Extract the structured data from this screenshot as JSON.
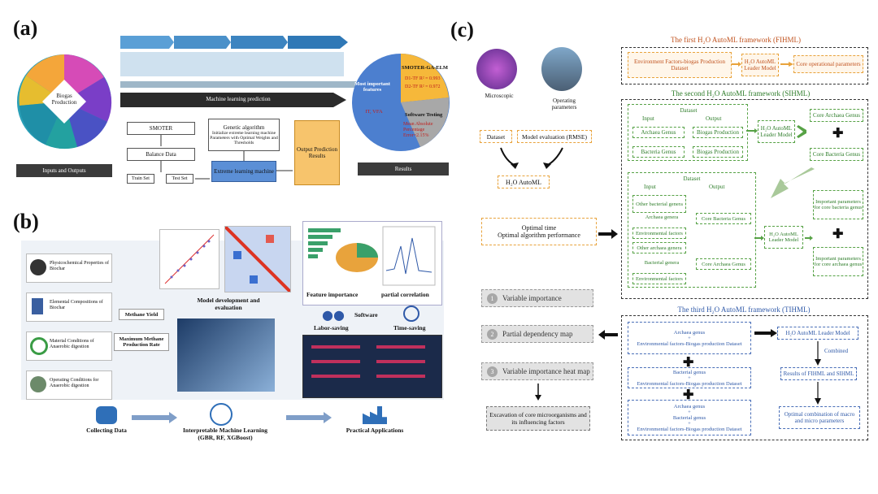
{
  "panels": {
    "a": "(a)",
    "b": "(b)",
    "c": "(c)"
  },
  "colors": {
    "orange": "#f4a63a",
    "green": "#57a246",
    "blue": "#4a6fb8",
    "purple": "#7b3fa0"
  },
  "a": {
    "wheel_center": "Biogas Production",
    "wheel_caption": "Inputs and Outputs",
    "ml_prediction": "Machine learning prediction",
    "smoter": "SMOTER",
    "balance": "Balance Data",
    "train_set": "Train Set",
    "test_set": "Test Set",
    "genetic_title": "Genetic algorithm",
    "genetic_desc": "Initialize extreme learning machine Parameters with Optimal Weights and Thresholds",
    "elm": "Extreme learning machine",
    "output_pred": "Output Prediction Results",
    "pie_model": "SMOTER-GA-ELM",
    "pie_r2a": "D1-TF R² = 0.993",
    "pie_r2b": "D2-TF R² = 0.972",
    "pie_features": "Most important features",
    "pie_xvar": "IT, VFA",
    "pie_testing": "Software Testing",
    "pie_mape": "Mean Absolute Percentage Error=2.15%",
    "results": "Results"
  },
  "b": {
    "inputs": [
      "Physicochemical Properties of Biochar",
      "Elemental Compositions of Biochar",
      "Material Conditions of Anaerobic digestion",
      "Operating Conditions for Anaerobic digestion"
    ],
    "methane_yield": "Methane Yield",
    "max_methane": "Maximum Methane Production Rate",
    "model_dev": "Model development and evaluation",
    "feature_importance": "Feature importance",
    "partial_corr": "partial correlation",
    "software": "Software",
    "labor": "Labor-saving",
    "time": "Time-saving",
    "collecting": "Collecting Data",
    "iml": "Interpretable Machine Learning (GBR, RF, XGBoost)",
    "practical": "Practical Applications"
  },
  "c": {
    "microscopic": "Microscopic",
    "operating": "Operating parameters",
    "dataset": "Dataset",
    "model_eval": "Model evaluation (RMSE)",
    "h2o": "H₂O AutoML",
    "optimal": "Optimal time\nOptimal algorithm performance",
    "steps": [
      {
        "n": "1",
        "label": "Variable importance"
      },
      {
        "n": "2",
        "label": "Partial dependency map"
      },
      {
        "n": "3",
        "label": "Variable importance heat map"
      }
    ],
    "excavation": "Excavation of core microorganisms and its influencing factors",
    "fihml": {
      "title": "The first H₂O AutoML framework (FIHML)",
      "dataset": "Environment Factors-biogas Production Dataset",
      "leader": "H₂O AutoML Leader Model",
      "core": "Core operational parameters"
    },
    "sihml": {
      "title": "The second H₂O AutoML framework (SIHML)",
      "dataset": "Dataset",
      "input": "Input",
      "output": "Output",
      "archaea": "Archaea Genus",
      "bacteria": "Bacteria Genus",
      "biogas1": "Biogas Production",
      "biogas2": "Biogas Production",
      "leader": "H₂O AutoML Leader Model",
      "core_archaea": "Core Archaea Genus",
      "core_bacteria": "Core Bacteria Genus",
      "dataset2": "Dataset",
      "input2": "Input",
      "output2": "Output",
      "other_bact": "Other bacterial genera",
      "archaea_g": "Archaea genera",
      "env1": "Environmental factors",
      "other_arch": "Other archaea genera",
      "bact_g": "Bacterial genera",
      "env2": "Environmental factors",
      "core_bact_genus": "Core Bacteria Genus",
      "core_arch_genus": "Core Archaea Genus",
      "leader2": "H₂O AutoML Leader Model",
      "imp_bact": "Important parameters for core bacteria genus",
      "imp_arch": "Important parameters for core archaea genus"
    },
    "tihml": {
      "title": "The third H₂O AutoML framework (TIHML)",
      "d1a": "Archaea genus",
      "d1b": "Environmental factors-Biogas production Dataset",
      "d2a": "Bacterial genus",
      "d2b": "Environmental factors-Biogas production Dataset",
      "d3a": "Archaea genus",
      "d3b": "Bacterial genus",
      "d3c": "Environmental factors-Biogas production Dataset",
      "leader": "H₂O AutoML Leader Model",
      "combined": "Combined",
      "results": "Results of FIHML and SIHML",
      "optimal": "Optimal combination of macro and micro parameters"
    }
  }
}
